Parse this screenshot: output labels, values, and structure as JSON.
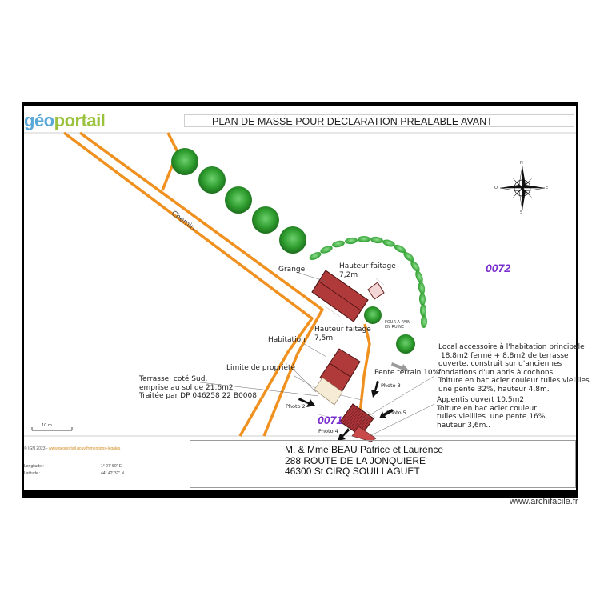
{
  "header": {
    "logo_geo": "géo",
    "logo_portail": "portail",
    "title": "PLAN DE MASSE POUR DECLARATION PREALABLE AVANT"
  },
  "map": {
    "road_label": "Chemin",
    "compass": {
      "n": "N",
      "s": "S",
      "e": "E",
      "o": "O"
    },
    "parcels": {
      "main": "0072",
      "lower": "0071"
    },
    "grange_label": "Grange",
    "grange_height": "Hauteur faitage\n7,2m",
    "four_label": "FOUR A PAIN\nEN RUINE",
    "habitation_label": "Habitation",
    "habitation_height": "Hauteur faitage\n7,5m",
    "limit_label": "Limite de propriété",
    "terrace_note": "Terrasse  coté Sud,\nemprise au sol de 21,6m2\nTraitée par DP 046258 22 B0008",
    "slope_label": "Pente terrain 10%",
    "local_note": "Local accessoire à l'habitation principale\n 18,8m2 fermé + 8,8m2 de terrasse\nouverte, construit sur d'anciennes\nfondations d'un abris à cochons.\nToiture en bac acier couleur tuiles vieillies\nune pente 32%, hauteur 4,8m.",
    "appentis_note": "Appentis ouvert 10,5m2\nToiture en bac acier couleur\ntuiles vieillies  une pente 16%,\nhauteur 3,6m..",
    "photos": {
      "p2": "Photo 2",
      "p3": "Photo 3",
      "p4": "Photo 4",
      "p5": "Photo 5"
    },
    "scale_label": "10 m"
  },
  "footer": {
    "copyright_prefix": "© IGN 2023 - ",
    "copyright_link": "www.geoportail.gouv.fr/mentions-legales",
    "longitude_label": "Longitude :",
    "longitude_value": "1° 27' 50\" E",
    "latitude_label": "Latitude :",
    "latitude_value": "44° 42' 32\" N",
    "owner_line1": "M. & Mme BEAU Patrice et Laurence",
    "owner_line2": "288 ROUTE DE LA JONQUIERE",
    "owner_line3": "46300 St CIRQ SOUILLAGUET"
  },
  "watermark": "www.archifacile.fr",
  "colors": {
    "frame": "#000000",
    "road": "#f0901e",
    "roof": "#b03a3a",
    "tree": "#2f9e2f",
    "hedge": "#3cb83c",
    "parcel_label": "#7b2fd0"
  }
}
